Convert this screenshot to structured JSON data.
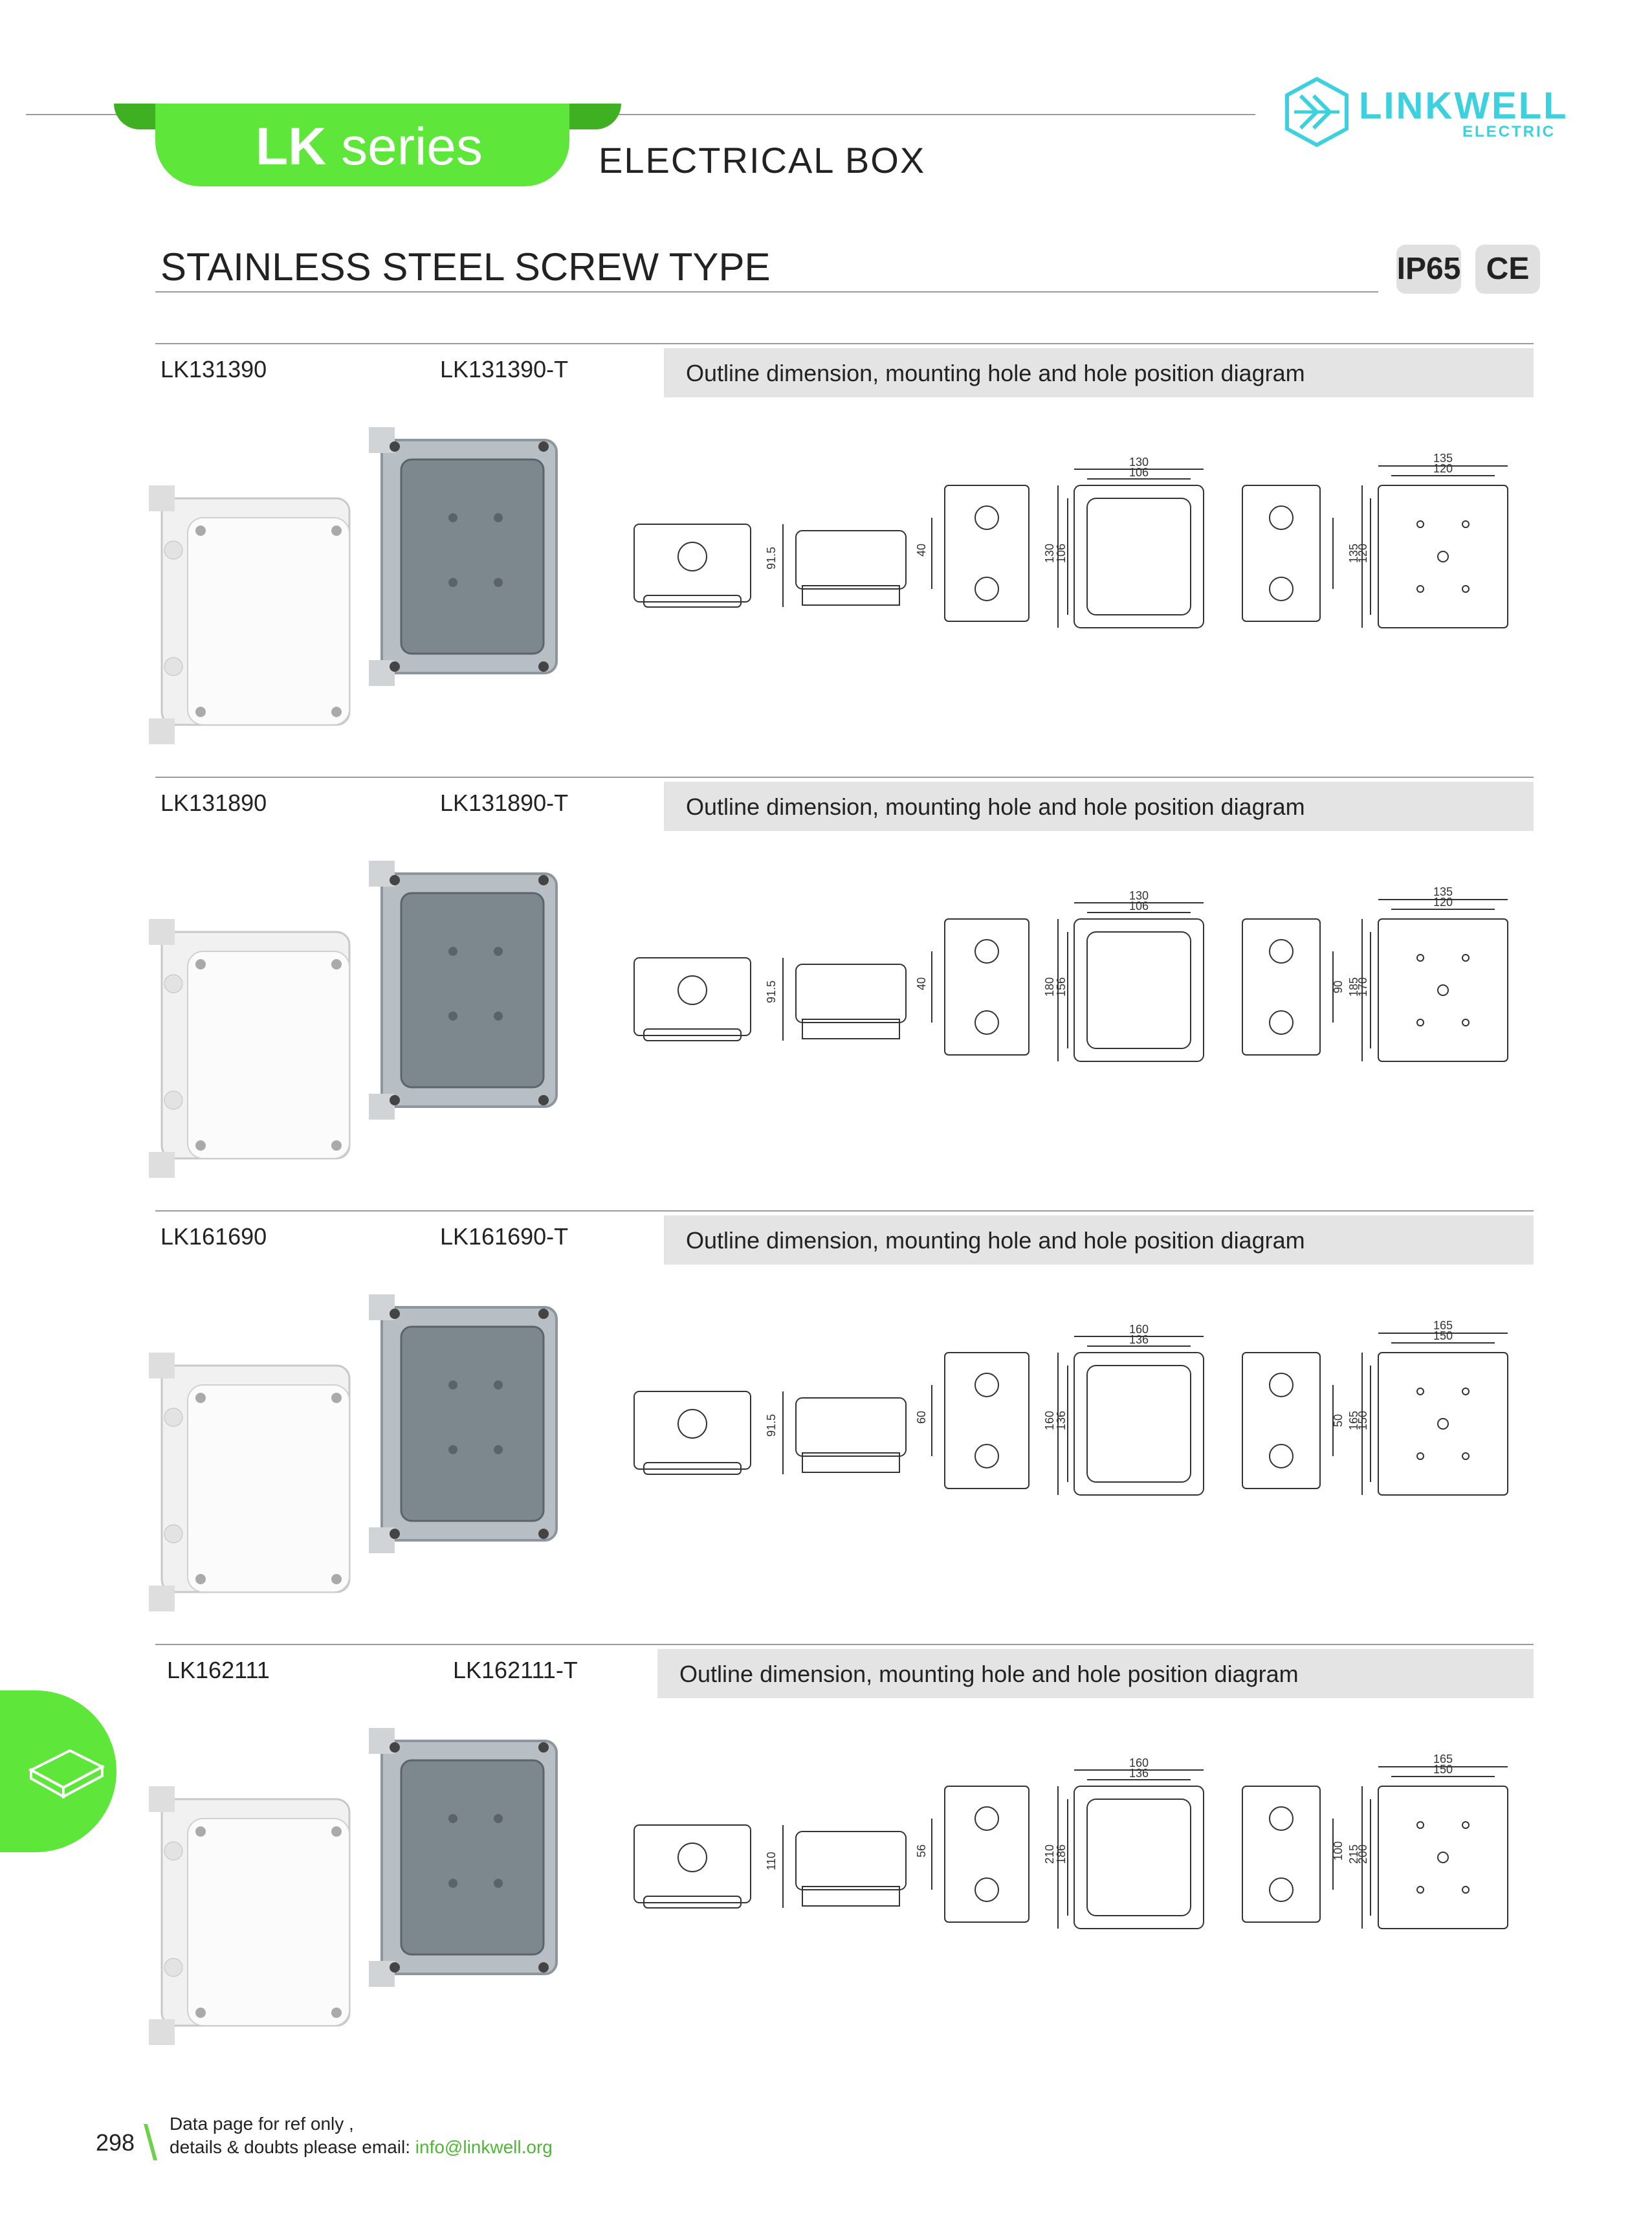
{
  "header": {
    "series_prefix": "LK",
    "series_suffix": " series",
    "product_type": "ELECTRICAL BOX",
    "brand": "LINKWELL",
    "brand_sub": "ELECTRIC",
    "subtitle": "STAINLESS STEEL SCREW TYPE",
    "badges": [
      "IP65",
      "CE"
    ]
  },
  "colors": {
    "accent_green": "#5ee63a",
    "brand_cyan": "#3dd1df",
    "bar_gray": "#e4e4e4"
  },
  "sections": [
    {
      "model": "LK131390",
      "model_t": "LK131390-T",
      "diagram_label": "Outline dimension, mounting hole and hole position diagram",
      "dims": {
        "d_height": "91.5",
        "d_hole": "40",
        "d_w_outer": "130",
        "d_w_inner": "106",
        "d_h_outer": "130",
        "d_h_inner": "106",
        "d_side": "",
        "d_mw_outer": "135",
        "d_mw_inner": "120",
        "d_mh_outer": "135",
        "d_mh_inner": "120"
      }
    },
    {
      "model": "LK131890",
      "model_t": "LK131890-T",
      "diagram_label": "Outline dimension, mounting hole and hole position diagram",
      "dims": {
        "d_height": "91.5",
        "d_hole": "40",
        "d_w_outer": "130",
        "d_w_inner": "106",
        "d_h_outer": "180",
        "d_h_inner": "156",
        "d_side": "90",
        "d_mw_outer": "135",
        "d_mw_inner": "120",
        "d_mh_outer": "185",
        "d_mh_inner": "170"
      }
    },
    {
      "model": "LK161690",
      "model_t": "LK161690-T",
      "diagram_label": "Outline dimension, mounting hole and hole position diagram",
      "dims": {
        "d_height": "91.5",
        "d_hole": "60",
        "d_w_outer": "160",
        "d_w_inner": "136",
        "d_h_outer": "160",
        "d_h_inner": "136",
        "d_side": "50",
        "d_mw_outer": "165",
        "d_mw_inner": "150",
        "d_mh_outer": "165",
        "d_mh_inner": "150"
      }
    },
    {
      "model": "LK162111",
      "model_t": "LK162111-T",
      "diagram_label": "Outline dimension, mounting hole and hole position diagram",
      "dims": {
        "d_height": "110",
        "d_hole": "56",
        "d_w_outer": "160",
        "d_w_inner": "136",
        "d_h_outer": "210",
        "d_h_inner": "186",
        "d_side": "100",
        "d_mw_outer": "165",
        "d_mw_inner": "150",
        "d_mh_outer": "215",
        "d_mh_inner": "200"
      }
    }
  ],
  "footer": {
    "page_number": "298",
    "line1": "Data page for ref only ,",
    "line2_text": "details & doubts please email: ",
    "email": "info@linkwell.org"
  }
}
